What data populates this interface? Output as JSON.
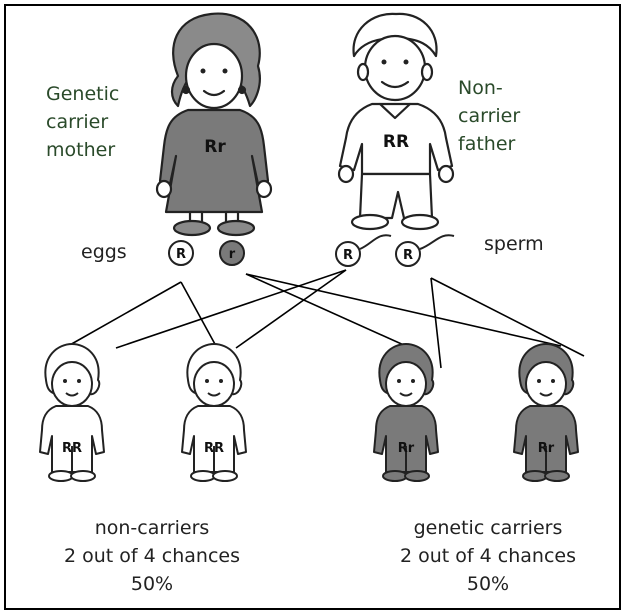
{
  "parents": {
    "mother": {
      "label_lines": [
        "Genetic",
        "carrier",
        "mother"
      ],
      "genotype": "Rr",
      "gametes_label": "eggs",
      "gametes": [
        "R",
        "r"
      ]
    },
    "father": {
      "label_lines": [
        "Non-",
        "carrier",
        "father"
      ],
      "genotype": "RR",
      "gametes_label": "sperm",
      "gametes": [
        "R",
        "R"
      ]
    }
  },
  "children": [
    {
      "genotype": "RR",
      "carrier": false
    },
    {
      "genotype": "RR",
      "carrier": false
    },
    {
      "genotype": "Rr",
      "carrier": true
    },
    {
      "genotype": "Rr",
      "carrier": true
    }
  ],
  "outcomes": {
    "non_carriers": {
      "title": "non-carriers",
      "chances": "2 out of 4 chances",
      "percent": "50%"
    },
    "carriers": {
      "title": "genetic carriers",
      "chances": "2 out of 4 chances",
      "percent": "50%"
    }
  },
  "colors": {
    "carrier_fill": "#7a7a7a",
    "noncarrier_fill": "#ffffff",
    "line": "#000000"
  }
}
